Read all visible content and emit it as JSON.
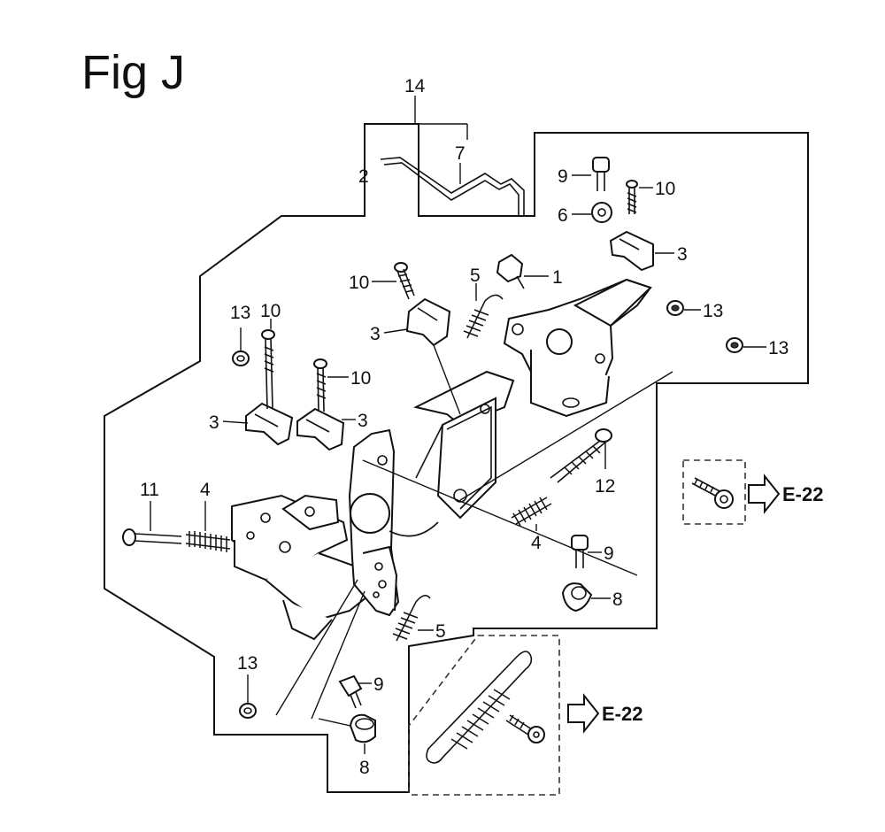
{
  "figure": {
    "title": "Fig J",
    "reference_top": "E-22",
    "reference_bottom": "E-22"
  },
  "callouts": [
    {
      "id": "c14",
      "text": "14"
    },
    {
      "id": "c7",
      "text": "7"
    },
    {
      "id": "c2",
      "text": "2"
    },
    {
      "id": "c9a",
      "text": "9"
    },
    {
      "id": "c10a",
      "text": "10"
    },
    {
      "id": "c6",
      "text": "6"
    },
    {
      "id": "c3a",
      "text": "3"
    },
    {
      "id": "c1",
      "text": "1"
    },
    {
      "id": "c5a",
      "text": "5"
    },
    {
      "id": "c10b",
      "text": "10"
    },
    {
      "id": "c3b",
      "text": "3"
    },
    {
      "id": "c13a",
      "text": "13"
    },
    {
      "id": "c13b",
      "text": "13"
    },
    {
      "id": "c13c",
      "text": "13"
    },
    {
      "id": "c10c",
      "text": "10"
    },
    {
      "id": "c10d",
      "text": "10"
    },
    {
      "id": "c3c",
      "text": "3"
    },
    {
      "id": "c3d",
      "text": "3"
    },
    {
      "id": "c12",
      "text": "12"
    },
    {
      "id": "c11",
      "text": "11"
    },
    {
      "id": "c4a",
      "text": "4"
    },
    {
      "id": "c4b",
      "text": "4"
    },
    {
      "id": "c9b",
      "text": "9"
    },
    {
      "id": "c8a",
      "text": "8"
    },
    {
      "id": "c5b",
      "text": "5"
    },
    {
      "id": "c13d",
      "text": "13"
    },
    {
      "id": "c9c",
      "text": "9"
    },
    {
      "id": "c8b",
      "text": "8"
    }
  ]
}
